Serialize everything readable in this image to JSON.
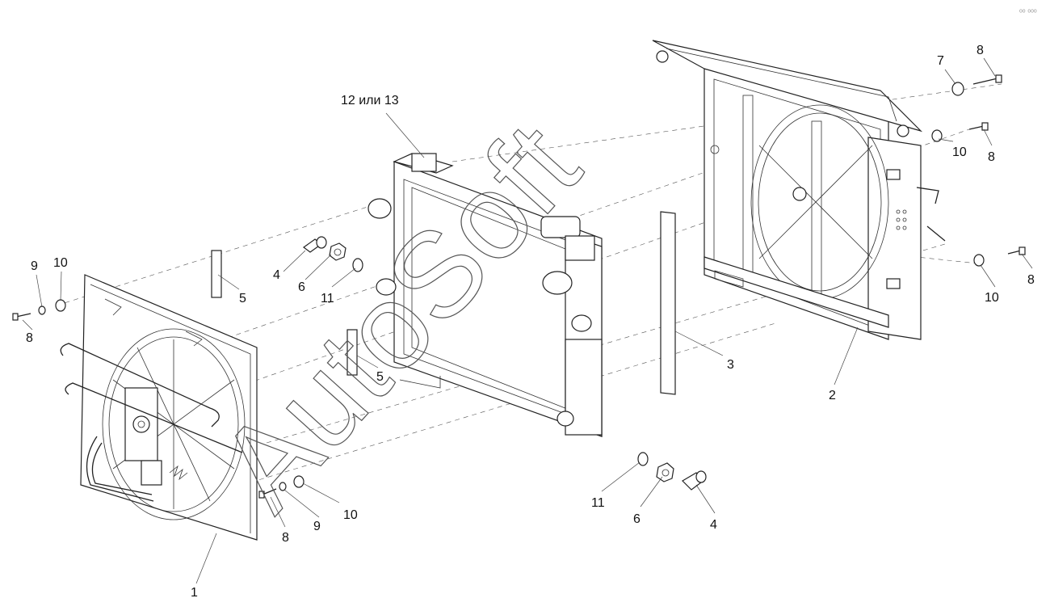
{
  "callouts": {
    "c1": "1",
    "c2": "2",
    "c3": "3",
    "c4a": "4",
    "c4b": "4",
    "c5a": "5",
    "c5b": "5",
    "c6a": "6",
    "c6b": "6",
    "c7": "7",
    "c8a": "8",
    "c8b": "8",
    "c8c": "8",
    "c8d": "8",
    "c8e": "8",
    "c9a": "9",
    "c9b": "9",
    "c10a": "10",
    "c10b": "10",
    "c10c": "10",
    "c10d": "10",
    "c11a": "11",
    "c11b": "11",
    "c12": "12 или 13"
  },
  "watermark": "AutoSoft",
  "corner_mark": "ᵒᵒ ᵒᵒᵒ"
}
